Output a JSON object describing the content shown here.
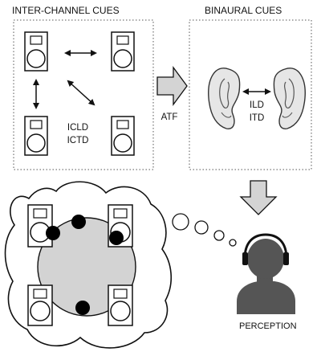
{
  "labels": {
    "inter_channel_cues": "INTER-CHANNEL CUES",
    "binaural_cues": "BINAURAL CUES",
    "atf": "ATF",
    "icld": "ICLD",
    "ictd": "ICTD",
    "ild": "ILD",
    "itd": "ITD",
    "perception": "PERCEPTION"
  },
  "icons": {
    "speaker": "loudspeaker-icon",
    "ear": "ear-icon",
    "head": "listener-head-icon",
    "arrow": "block-arrow-icon"
  },
  "colors": {
    "line": "#111111",
    "dotted_border": "#555555",
    "arrow_fill": "#d4d4d4",
    "arena_fill": "#d3d3d3",
    "ear_fill": "#e6e6e6",
    "head_fill": "#555555",
    "dot_fill": "#000000"
  }
}
